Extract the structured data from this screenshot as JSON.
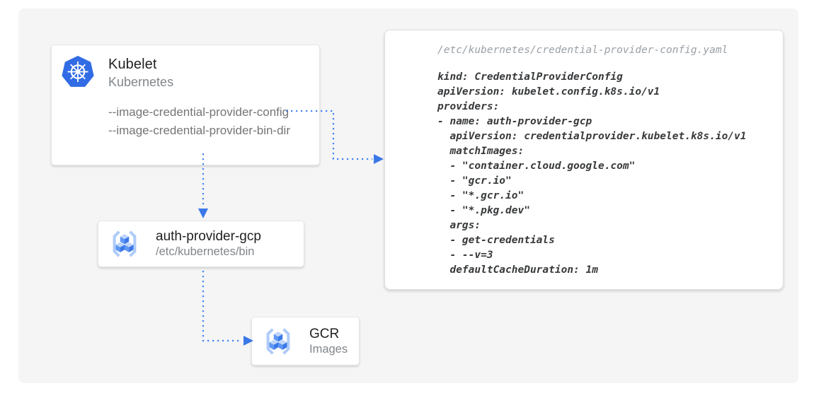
{
  "diagram": {
    "kubelet": {
      "title": "Kubelet",
      "subtitle": "Kubernetes",
      "flags": [
        "--image-credential-provider-config",
        "--image-credential-provider-bin-dir"
      ]
    },
    "auth_provider": {
      "title": "auth-provider-gcp",
      "subtitle": "/etc/kubernetes/bin"
    },
    "gcr": {
      "title": "GCR",
      "subtitle": "Images"
    },
    "config_file": {
      "path": "/etc/kubernetes/credential-provider-config.yaml",
      "yaml_lines": [
        "kind: CredentialProviderConfig",
        "apiVersion: kubelet.config.k8s.io/v1",
        "providers:",
        "- name: auth-provider-gcp",
        "  apiVersion: credentialprovider.kubelet.k8s.io/v1",
        "  matchImages:",
        "  - \"container.cloud.google.com\"",
        "  - \"gcr.io\"",
        "  - \"*.gcr.io\"",
        "  - \"*.pkg.dev\"",
        "  args:",
        "  - get-credentials",
        "  - --v=3",
        "  defaultCacheDuration: 1m"
      ]
    },
    "colors": {
      "arrow_blue": "#4285f4",
      "arrowhead_blue": "#3b78e7",
      "kubernetes_blue": "#326ce5",
      "registry_icon_light": "#aecbfa",
      "registry_icon_medium": "#5e97f6",
      "registry_icon_dark": "#3b78e7",
      "panel_background": "#f5f5f6"
    }
  }
}
